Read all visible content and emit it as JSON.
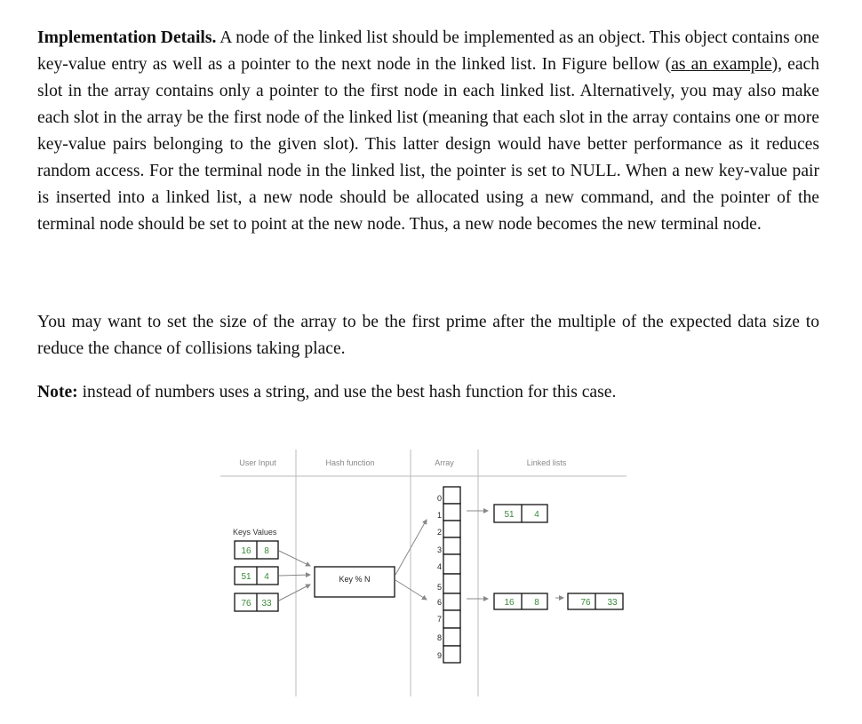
{
  "document": {
    "paragraph1": {
      "heading": "Implementation Details.",
      "text_a": " A node of the linked list should be implemented as an object. This object contains one key-value entry as well as a pointer to the next node in the linked list. In Figure bellow (",
      "link": "as an example",
      "text_b": "), each slot in the array contains only a pointer to the first node in each linked list. Alternatively, you may also make each slot in the array be the first node of the linked list (meaning that each slot in the array contains one or more key-value pairs belonging to the given slot). This latter design would have better performance as it reduces random access. For the terminal node in the linked list, the pointer is set to NULL. When a new key-value pair is inserted into a linked list, a new node should be allocated using a new command, and the pointer of the terminal node should be set to point at the new node. Thus, a new node becomes the new terminal node."
    },
    "paragraph2": "You may want to set the size of the array to be the first prime after the multiple of the expected data size to reduce the chance of collisions taking place.",
    "paragraph3": {
      "label": "Note:",
      "text": " instead of numbers uses a string, and use the best hash function for this case."
    }
  },
  "diagram": {
    "columns": [
      "User Input",
      "Hash function",
      "Array",
      "Linked lists"
    ],
    "input_label": "Keys Values",
    "inputs": [
      {
        "key": "16",
        "value": "8"
      },
      {
        "key": "51",
        "value": "4"
      },
      {
        "key": "76",
        "value": "33"
      }
    ],
    "hash_function": "Key % N",
    "array_indices": [
      "0",
      "1",
      "2",
      "3",
      "4",
      "5",
      "6",
      "7",
      "8",
      "9"
    ],
    "linked_lists": [
      {
        "slot": "1",
        "nodes": [
          {
            "key": "51",
            "value": "4"
          }
        ]
      },
      {
        "slot": "6",
        "nodes": [
          {
            "key": "16",
            "value": "8"
          },
          {
            "key": "76",
            "value": "33"
          }
        ]
      }
    ],
    "colors": {
      "value_text": "#3a8a3a",
      "lines": "#999999",
      "boxes": "#111111"
    }
  }
}
